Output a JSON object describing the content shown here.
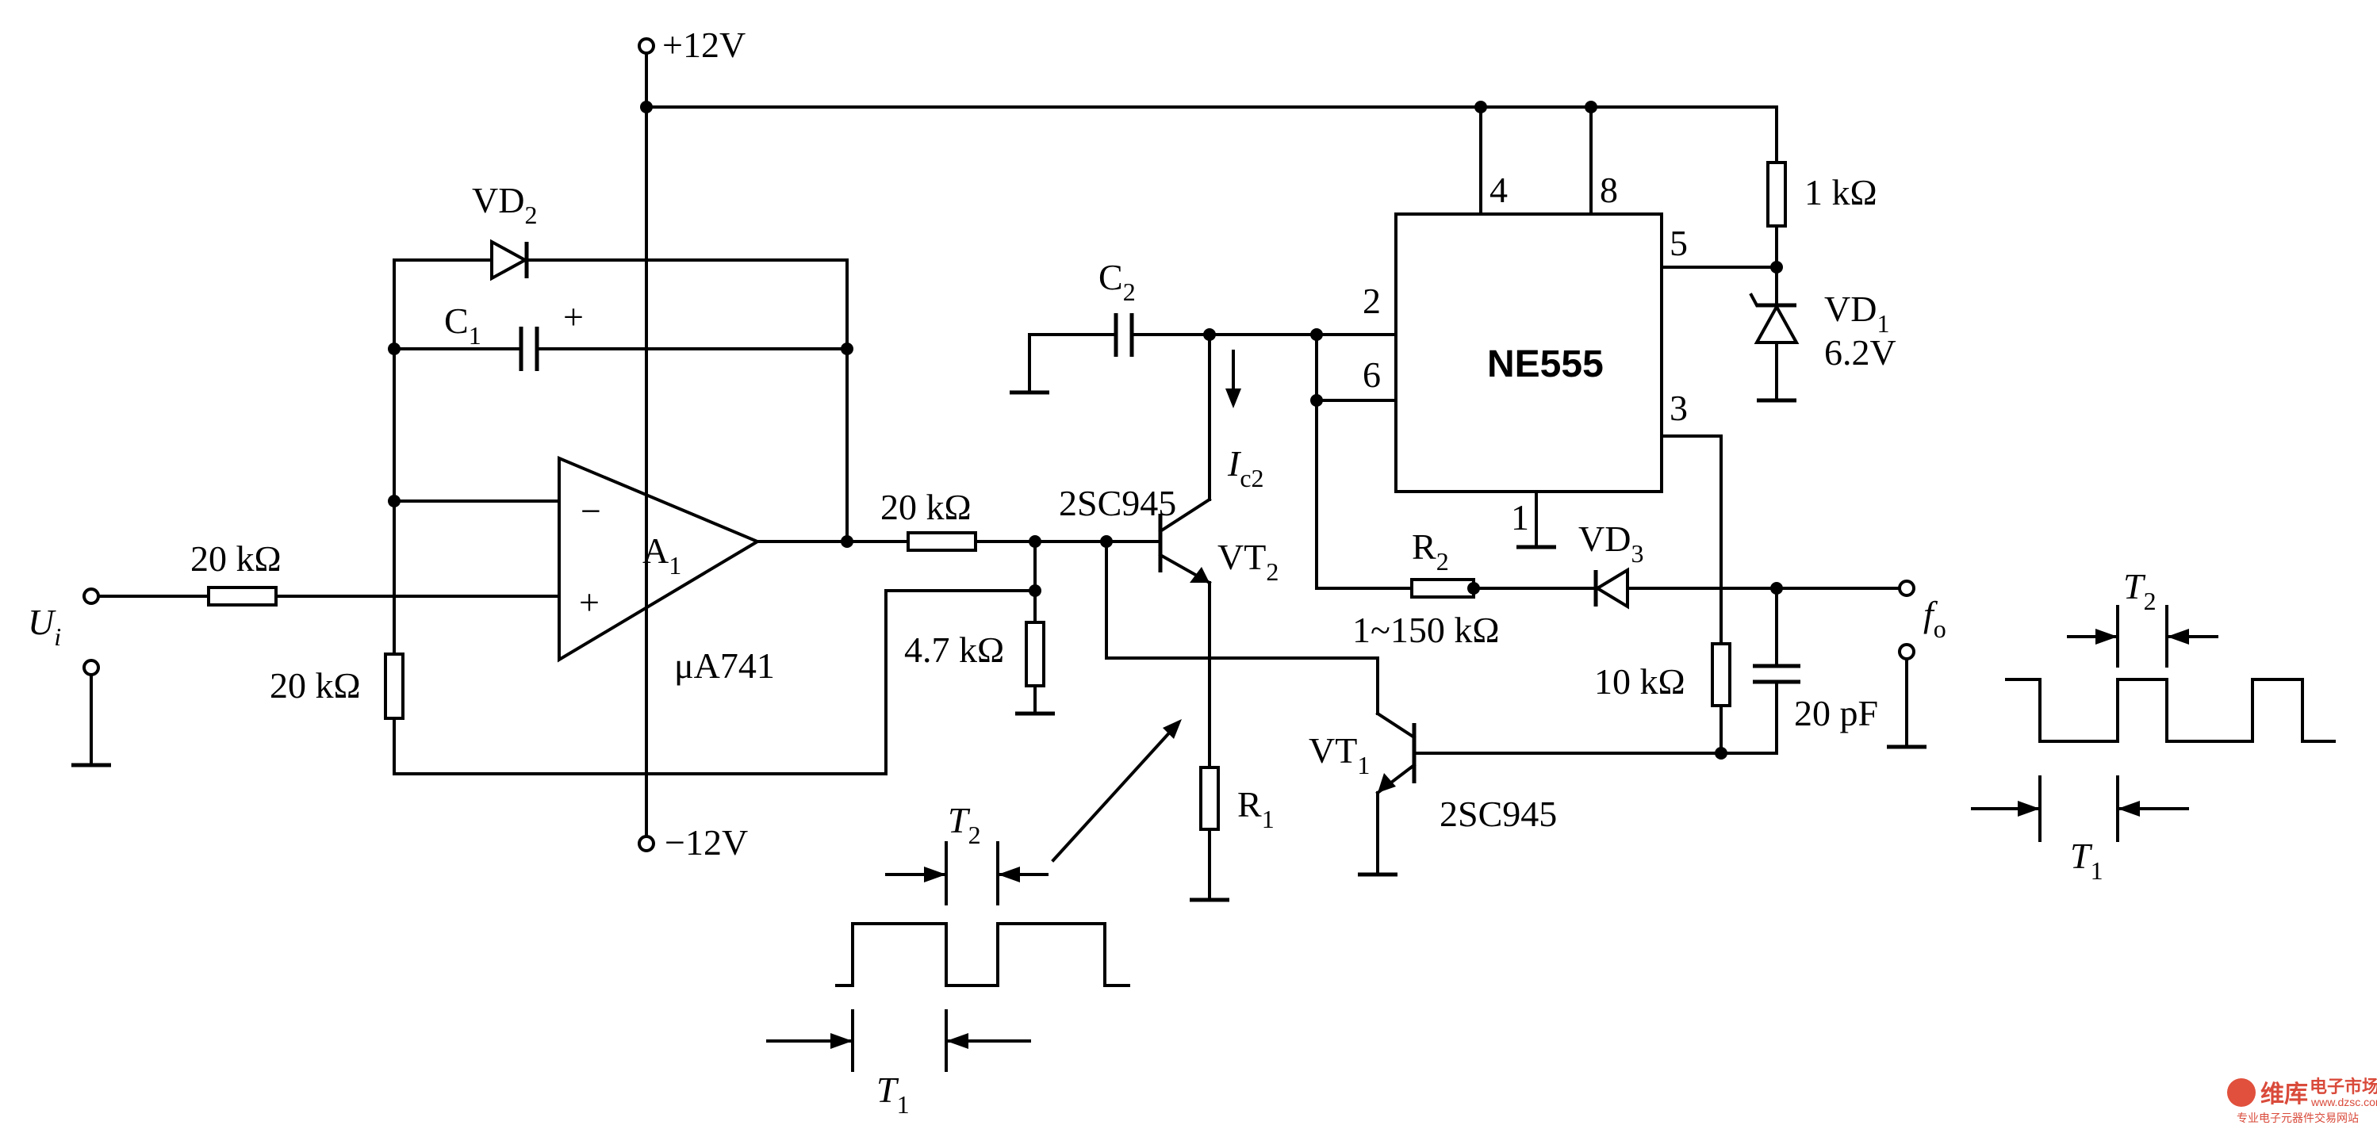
{
  "supply": {
    "pos": "+12V",
    "neg": "−12V"
  },
  "input": {
    "label": "U",
    "sub": "i"
  },
  "output": {
    "label": "f",
    "sub": "o"
  },
  "opamp": {
    "ref": "A",
    "ref_sub": "1",
    "part": "μA741",
    "minus": "−",
    "plus": "+"
  },
  "diodes": {
    "vd2": {
      "ref": "VD",
      "sub": "2"
    },
    "vd1": {
      "ref": "VD",
      "sub": "1",
      "value": "6.2V"
    },
    "vd3": {
      "ref": "VD",
      "sub": "3"
    }
  },
  "capacitors": {
    "c1": {
      "ref": "C",
      "sub": "1",
      "polarity": "+"
    },
    "c2": {
      "ref": "C",
      "sub": "2"
    },
    "c_out": {
      "value": "20 pF"
    }
  },
  "resistors": {
    "r_in": "20 kΩ",
    "r_gnd": "20 kΩ",
    "r_out": "20 kΩ",
    "r_div": "4.7 kΩ",
    "r_1k": "1 kΩ",
    "r_10k": "10 kΩ",
    "r1": {
      "ref": "R",
      "sub": "1"
    },
    "r2": {
      "ref": "R",
      "sub": "2",
      "value": "1~150 kΩ"
    }
  },
  "transistors": {
    "vt2": {
      "ref": "VT",
      "sub": "2",
      "part": "2SC945"
    },
    "vt1": {
      "ref": "VT",
      "sub": "1",
      "part": "2SC945"
    }
  },
  "current": {
    "label": "I",
    "sub": "c2"
  },
  "timer": {
    "part": "NE555",
    "pins": {
      "p2": "2",
      "p6": "6",
      "p4": "4",
      "p8": "8",
      "p5": "5",
      "p3": "3",
      "p1": "1"
    }
  },
  "waveforms": {
    "t1": {
      "label": "T",
      "sub": "1"
    },
    "t2": {
      "label": "T",
      "sub": "2"
    }
  },
  "watermark": {
    "brand": "维库",
    "name": "电子市场网",
    "url": "www.dzsc.com",
    "tagline": "专业电子元器件交易网站"
  }
}
